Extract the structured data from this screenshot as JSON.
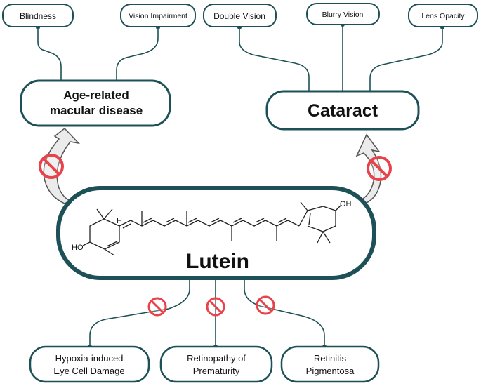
{
  "center": {
    "label": "Lutein"
  },
  "molecule": {
    "oh_left": "HO",
    "oh_right": "OH",
    "h_label": "H"
  },
  "diseases": {
    "amd": {
      "line1": "Age-related",
      "line2": "macular disease"
    },
    "cataract": {
      "label": "Cataract"
    }
  },
  "amd_symptoms": [
    "Blindness",
    "Vision Impairment"
  ],
  "cataract_symptoms": [
    "Double Vision",
    "Blurry Vision",
    "Lens Opacity"
  ],
  "other_conditions": [
    {
      "line1": "Hypoxia-induced",
      "line2": "Eye Cell Damage"
    },
    {
      "line1": "Retinopathy of",
      "line2": "Prematurity"
    },
    {
      "line1": "Retinitis",
      "line2": "Pigmentosa"
    }
  ],
  "colors": {
    "border": "#1d5157",
    "prohibition": "#e8424a",
    "arrow_fill": "#ebebeb"
  }
}
